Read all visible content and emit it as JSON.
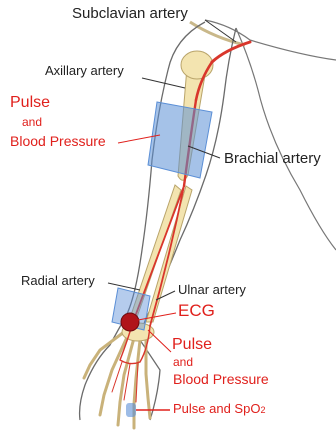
{
  "labels": {
    "subclavian": "Subclavian artery",
    "axillary": "Axillary artery",
    "brachial": "Brachial artery",
    "radial": "Radial artery",
    "ulnar": "Ulnar artery",
    "pulse_bp_upper_1": "Pulse",
    "pulse_bp_upper_2": "and",
    "pulse_bp_upper_3": "Blood Pressure",
    "ecg": "ECG",
    "pulse_bp_lower_1": "Pulse",
    "pulse_bp_lower_2": "and",
    "pulse_bp_lower_3": "Blood Pressure",
    "pulse_spo2": "Pulse and SpO",
    "pulse_spo2_sub": "2"
  },
  "colors": {
    "label_black": "#222222",
    "label_red": "#e0201c",
    "artery": "#d9362c",
    "cuff": "#5b8fd6",
    "bone": "#f3e4b0",
    "outline": "#6b6b6b",
    "electrode": "#b0141a"
  }
}
